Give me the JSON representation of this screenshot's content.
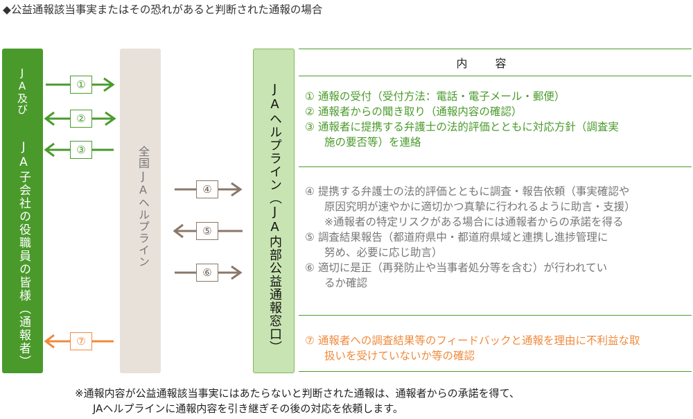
{
  "heading": "◆公益通報該当事実またはその恐れがあると判断された通報の場合",
  "columns": {
    "left_line1": "JA及び",
    "left_line2": "JA子会社の役職員の皆様（通報者）",
    "middle": "全国JAヘルプライン",
    "right": "JAヘルプライン（JA内部公益通報窓口）"
  },
  "arrows": [
    "①",
    "②",
    "③",
    "④",
    "⑤",
    "⑥",
    "⑦"
  ],
  "content_header": "内容",
  "section1": [
    "① 通報の受付（受付方法：電話・電子メール・郵便）",
    "② 通報者からの聞き取り（通報内容の確認）",
    "③ 通報者に提携する弁護士の法的評価とともに対応方針（調査実",
    "施の要否等）を連絡"
  ],
  "section2": [
    "④ 提携する弁護士の法的評価とともに調査・報告依頼（事実確認や",
    "原因究明が速やかに適切かつ真摯に行われるように助言・支援）",
    "※通報者の特定リスクがある場合には通報者からの承諾を得る",
    "⑤ 調査結果報告（都道府県中・都道府県域と連携し進捗管理に",
    "努め、必要に応じ助言）",
    "⑥ 適切に是正（再発防止や当事者処分等を含む）が行われてい",
    "るか確認"
  ],
  "section3": [
    "⑦ 通報者への調査結果等のフィードバックと通報を理由に不利益な取",
    "扱いを受けていないか等の確認"
  ],
  "footnote": [
    "※通報内容が公益通報該当事実にはあたらないと判断された通報は、通報者からの承諾を得て、",
    "JAヘルプラインに通報内容を引き継ぎその後の対応を依頼します。"
  ],
  "colors": {
    "green": "#4a9a2b",
    "light_green": "#c8e4b2",
    "beige": "#e8e1da",
    "brown": "#8a7768",
    "orange": "#f08a3c"
  }
}
